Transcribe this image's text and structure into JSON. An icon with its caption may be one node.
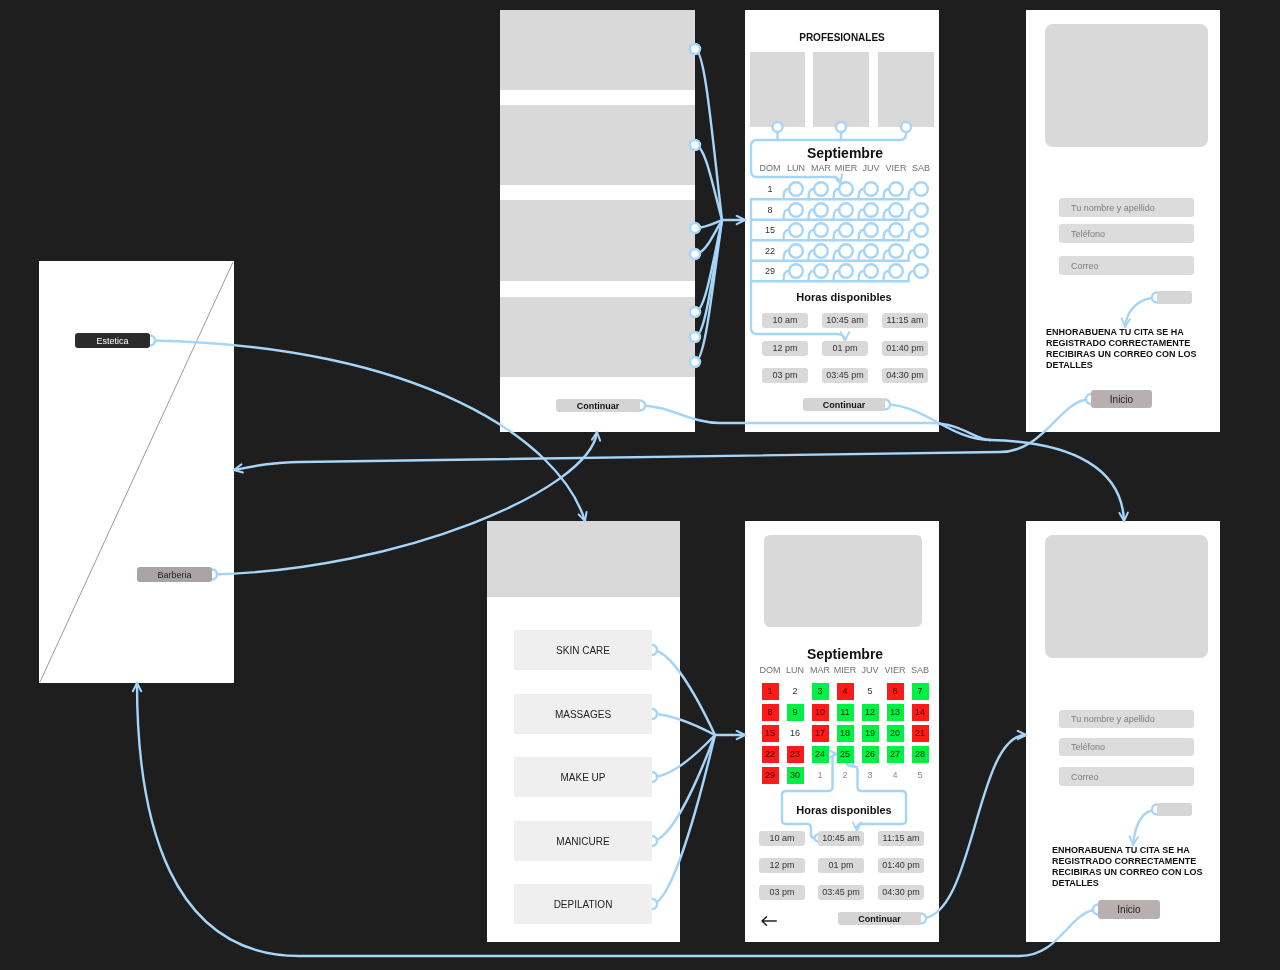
{
  "diagram": {
    "nodes": [
      {
        "text": [],
        "shape": "box"
      },
      {
        "text": [
          "Estetica"
        ],
        "in": 0
      },
      {
        "text": [
          "Barberia"
        ],
        "in": 0
      },
      {
        "text": [],
        "shape": "box"
      },
      {
        "text": [],
        "shape": "box",
        "in": 3
      },
      {
        "text": [],
        "shape": "box",
        "in": 3
      },
      {
        "text": [],
        "shape": "box",
        "in": 3
      },
      {
        "text": [],
        "shape": "box",
        "in": 3
      },
      {
        "text": [
          "Continuar"
        ],
        "in": 3
      },
      {
        "text": [
          "PROFESIONALES"
        ]
      },
      {
        "text": [],
        "shape": "box",
        "in": 9
      },
      {
        "text": [],
        "shape": "box",
        "in": 9
      },
      {
        "text": [],
        "shape": "box",
        "in": 9
      },
      {
        "text": [],
        "shape": "circle",
        "in": 9
      },
      {
        "text": [],
        "shape": "circle",
        "in": 9
      },
      {
        "text": [],
        "shape": "circle",
        "in": 9
      },
      {
        "text": [],
        "shape": "circle",
        "in": 9
      },
      {
        "text": [],
        "shape": "circle",
        "in": 9
      },
      {
        "text": [],
        "shape": "circle",
        "in": 9
      },
      {
        "text": [],
        "shape": "circle",
        "in": 9
      },
      {
        "text": [],
        "shape": "circle",
        "in": 9
      },
      {
        "text": [],
        "shape": "circle",
        "in": 9
      },
      {
        "text": [],
        "shape": "circle",
        "in": 9
      },
      {
        "text": [],
        "shape": "circle",
        "in": 9
      },
      {
        "text": [],
        "shape": "circle",
        "in": 9
      },
      {
        "text": [],
        "shape": "circle",
        "in": 9
      },
      {
        "text": [],
        "shape": "circle",
        "in": 9
      },
      {
        "text": [],
        "shape": "circle",
        "in": 9
      },
      {
        "text": [],
        "shape": "circle",
        "in": 9
      },
      {
        "text": [],
        "shape": "circle",
        "in": 9
      },
      {
        "text": [],
        "shape": "circle",
        "in": 9
      },
      {
        "text": [],
        "shape": "circle",
        "in": 9
      },
      {
        "text": [],
        "shape": "circle",
        "in": 9
      },
      {
        "text": [],
        "shape": "circle",
        "in": 9
      },
      {
        "text": [],
        "shape": "circle",
        "in": 9
      },
      {
        "text": [],
        "shape": "circle",
        "in": 9
      },
      {
        "text": [],
        "shape": "circle",
        "in": 9
      },
      {
        "text": [],
        "shape": "circle",
        "in": 9
      },
      {
        "text": [],
        "shape": "circle",
        "in": 9
      },
      {
        "text": [],
        "shape": "circle",
        "in": 9
      },
      {
        "text": [],
        "shape": "circle",
        "in": 9
      },
      {
        "text": [],
        "shape": "circle",
        "in": 9
      },
      {
        "text": [],
        "shape": "circle",
        "in": 9
      },
      {
        "text": [
          "10 am"
        ],
        "in": 9
      },
      {
        "text": [
          "10:45 am"
        ],
        "in": 9
      },
      {
        "text": [
          "11:15 am"
        ],
        "in": 9
      },
      {
        "text": [
          "12 pm"
        ],
        "in": 9
      },
      {
        "text": [
          "01 pm"
        ],
        "in": 9
      },
      {
        "text": [
          "01:40 pm"
        ],
        "in": 9
      },
      {
        "text": [
          "03 pm"
        ],
        "in": 9
      },
      {
        "text": [
          "03:45 pm"
        ],
        "in": 9
      },
      {
        "text": [
          "04:30 pm"
        ],
        "in": 9
      },
      {
        "text": [
          "Continuar"
        ],
        "in": 9
      },
      {
        "text": [],
        "shape": "box"
      },
      {
        "text": [],
        "shape": "box",
        "in": 53
      },
      {
        "text": [
          "Tu nombre y apellido"
        ],
        "in": 53
      },
      {
        "text": [
          "Teléfono"
        ],
        "in": 53
      },
      {
        "text": [
          "Correo"
        ],
        "in": 53
      },
      {
        "text": [],
        "shape": "box",
        "in": 53
      },
      {
        "text": [
          "ENHORABUENA TU CITA SE HA REGISTRADO CORRECTAMENTE RECIBIRAS UN CORREO CON LOS DETALLES"
        ],
        "in": 53
      },
      {
        "text": [
          "Inicio"
        ],
        "in": 53
      },
      {
        "text": [],
        "shape": "box"
      },
      {
        "text": [],
        "shape": "box",
        "in": 61
      },
      {
        "text": [
          "SKIN CARE"
        ],
        "in": 61
      },
      {
        "text": [
          "MASSAGES"
        ],
        "in": 61
      },
      {
        "text": [
          "MAKE UP"
        ],
        "in": 61
      },
      {
        "text": [
          "MANICURE"
        ],
        "in": 61
      },
      {
        "text": [
          "DEPILATION"
        ],
        "in": 61
      },
      {
        "text": [],
        "shape": "box"
      },
      {
        "text": [],
        "shape": "box",
        "in": 68
      },
      {
        "text": [
          "1"
        ],
        "in": 68
      },
      {
        "text": [
          "3"
        ],
        "in": 68
      },
      {
        "text": [
          "4"
        ],
        "in": 68
      },
      {
        "text": [
          "6"
        ],
        "in": 68
      },
      {
        "text": [
          "7"
        ],
        "in": 68
      },
      {
        "text": [
          "8"
        ],
        "in": 68
      },
      {
        "text": [
          "9"
        ],
        "in": 68
      },
      {
        "text": [
          "10"
        ],
        "in": 68
      },
      {
        "text": [
          "11"
        ],
        "in": 68
      },
      {
        "text": [
          "12"
        ],
        "in": 68
      },
      {
        "text": [
          "13"
        ],
        "in": 68
      },
      {
        "text": [
          "14"
        ],
        "in": 68
      },
      {
        "text": [
          "15"
        ],
        "in": 68
      },
      {
        "text": [
          "17"
        ],
        "in": 68
      },
      {
        "text": [
          "18"
        ],
        "in": 68
      },
      {
        "text": [
          "19"
        ],
        "in": 68
      },
      {
        "text": [
          "20"
        ],
        "in": 68
      },
      {
        "text": [
          "21"
        ],
        "in": 68
      },
      {
        "text": [
          "22"
        ],
        "in": 68
      },
      {
        "text": [
          "23"
        ],
        "in": 68
      },
      {
        "text": [
          "24"
        ],
        "in": 68
      },
      {
        "text": [
          "25"
        ],
        "in": 68
      },
      {
        "text": [
          "26"
        ],
        "in": 68
      },
      {
        "text": [
          "27"
        ],
        "in": 68
      },
      {
        "text": [
          "28"
        ],
        "in": 68
      },
      {
        "text": [
          "29"
        ],
        "in": 68
      },
      {
        "text": [
          "30"
        ],
        "in": 68
      },
      {
        "text": [
          "10 am"
        ],
        "in": 68
      },
      {
        "text": [
          "10:45 am"
        ],
        "in": 68
      },
      {
        "text": [
          "11:15 am"
        ],
        "in": 68
      },
      {
        "text": [
          "12 pm"
        ],
        "in": 68
      },
      {
        "text": [
          "01 pm"
        ],
        "in": 68
      },
      {
        "text": [
          "01:40 pm"
        ],
        "in": 68
      },
      {
        "text": [
          "03 pm"
        ],
        "in": 68
      },
      {
        "text": [
          "03:45 pm"
        ],
        "in": 68
      },
      {
        "text": [
          "04:30 pm"
        ],
        "in": 68
      },
      {
        "text": [
          "Continuar"
        ],
        "in": 68
      },
      {
        "text": [],
        "shape": "box"
      },
      {
        "text": [],
        "shape": "box",
        "in": 107
      },
      {
        "text": [
          "Tu nombre y apellido"
        ],
        "in": 107
      },
      {
        "text": [
          "Teléfono"
        ],
        "in": 107
      },
      {
        "text": [
          "Correo"
        ],
        "in": 107
      },
      {
        "text": [],
        "shape": "box",
        "in": 107
      },
      {
        "text": [
          "ENHORABUENA TU CITA SE HA REGISTRADO CORRECTAMENTE RECIBIRAS UN CORREO CON LOS DETALLES"
        ],
        "in": 107
      },
      {
        "text": [
          "Inicio"
        ],
        "in": 107
      }
    ],
    "edges": [
      {
        "from": 1,
        "to": 61,
        "arrow": "to"
      },
      {
        "from": 2,
        "to": 3,
        "arrow": "to"
      },
      {
        "from": 4,
        "to": 9,
        "arrow": "to"
      },
      {
        "from": 5,
        "to": 9,
        "arrow": "to"
      },
      {
        "from": 6,
        "to": 9,
        "arrow": "to"
      },
      {
        "from": 6,
        "to": 9,
        "arrow": "to"
      },
      {
        "from": 7,
        "to": 9,
        "arrow": "to"
      },
      {
        "from": 7,
        "to": 9,
        "arrow": "to"
      },
      {
        "from": 7,
        "to": 9,
        "arrow": "to"
      },
      {
        "from": 8,
        "to": 107,
        "arrow": "to"
      },
      {
        "from": 10,
        "to": 15,
        "arrow": "to"
      },
      {
        "from": 11,
        "to": 15,
        "arrow": "to"
      },
      {
        "from": 12,
        "to": 15,
        "arrow": "to"
      },
      {
        "from": 13,
        "to": 47,
        "arrow": "to"
      },
      {
        "from": 14,
        "to": 47,
        "arrow": "to"
      },
      {
        "from": 15,
        "to": 47,
        "arrow": "to"
      },
      {
        "from": 16,
        "to": 47,
        "arrow": "to"
      },
      {
        "from": 17,
        "to": 47,
        "arrow": "to"
      },
      {
        "from": 18,
        "to": 47,
        "arrow": "to"
      },
      {
        "from": 19,
        "to": 47,
        "arrow": "to"
      },
      {
        "from": 20,
        "to": 47,
        "arrow": "to"
      },
      {
        "from": 21,
        "to": 47,
        "arrow": "to"
      },
      {
        "from": 22,
        "to": 47,
        "arrow": "to"
      },
      {
        "from": 23,
        "to": 47,
        "arrow": "to"
      },
      {
        "from": 24,
        "to": 47,
        "arrow": "to"
      },
      {
        "from": 25,
        "to": 47,
        "arrow": "to"
      },
      {
        "from": 26,
        "to": 47,
        "arrow": "to"
      },
      {
        "from": 27,
        "to": 47,
        "arrow": "to"
      },
      {
        "from": 28,
        "to": 47,
        "arrow": "to"
      },
      {
        "from": 29,
        "to": 47,
        "arrow": "to"
      },
      {
        "from": 30,
        "to": 47,
        "arrow": "to"
      },
      {
        "from": 31,
        "to": 47,
        "arrow": "to"
      },
      {
        "from": 32,
        "to": 47,
        "arrow": "to"
      },
      {
        "from": 33,
        "to": 47,
        "arrow": "to"
      },
      {
        "from": 34,
        "to": 47,
        "arrow": "to"
      },
      {
        "from": 35,
        "to": 47,
        "arrow": "to"
      },
      {
        "from": 36,
        "to": 47,
        "arrow": "to"
      },
      {
        "from": 37,
        "to": 47,
        "arrow": "to"
      },
      {
        "from": 38,
        "to": 47,
        "arrow": "to"
      },
      {
        "from": 39,
        "to": 47,
        "arrow": "to"
      },
      {
        "from": 40,
        "to": 47,
        "arrow": "to"
      },
      {
        "from": 41,
        "to": 47,
        "arrow": "to"
      },
      {
        "from": 42,
        "to": 47,
        "arrow": "to"
      },
      {
        "from": 52,
        "to": 107,
        "arrow": "to"
      },
      {
        "from": 58,
        "to": 59,
        "arrow": "to"
      },
      {
        "from": 60,
        "to": 0,
        "arrow": "to"
      },
      {
        "from": 63,
        "to": 68,
        "arrow": "to"
      },
      {
        "from": 64,
        "to": 68,
        "arrow": "to"
      },
      {
        "from": 65,
        "to": 68,
        "arrow": "to"
      },
      {
        "from": 66,
        "to": 68,
        "arrow": "to"
      },
      {
        "from": 67,
        "to": 68,
        "arrow": "to"
      },
      {
        "from": 91,
        "to": 98,
        "arrow": "to"
      },
      {
        "from": 98,
        "to": 91,
        "arrow": "to"
      },
      {
        "from": 106,
        "to": 107,
        "arrow": "to"
      },
      {
        "from": 112,
        "to": 113,
        "arrow": "to"
      },
      {
        "from": 114,
        "to": 0,
        "arrow": "to"
      }
    ],
    "labels": [
      "Septiembre",
      "DOM",
      "LUN",
      "MAR",
      "MIER",
      "JUV",
      "VIER",
      "SAB",
      "1",
      "8",
      "15",
      "22",
      "29",
      "Horas disponibles",
      "Septiembre",
      "DOM",
      "LUN",
      "MAR",
      "MIER",
      "JUV",
      "VIER",
      "SAB",
      "2",
      "5",
      "16",
      "1",
      "2",
      "3",
      "4",
      "5",
      "Horas disponibles"
    ]
  }
}
